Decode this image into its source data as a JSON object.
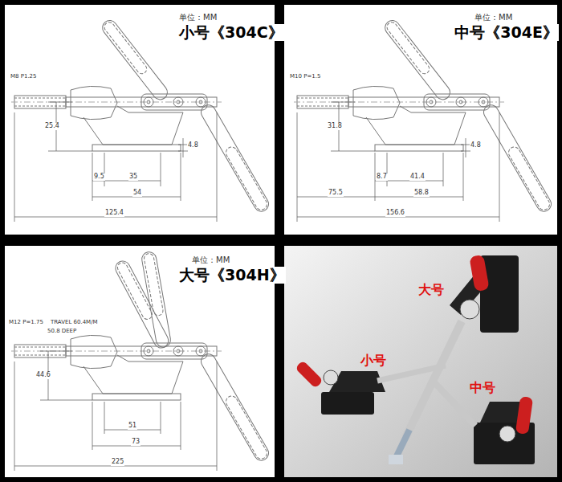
{
  "diagram": {
    "labels": [
      "单位：MM",
      "小号《304C》",
      "M8 P1.25",
      "25.4",
      "4.8",
      "9.5",
      "35",
      "54",
      "125.4",
      "单位：MM",
      "中号《304E》",
      "M10 P=1.5",
      "31.8",
      "8.7",
      "41.4",
      "4.8",
      "75.5",
      "58.8",
      "156.6",
      "单位：MM",
      "大号《304H》",
      "M12 P=1.75",
      "TRAVEL 60.4M/M",
      "50.8 DEEP",
      "44.6",
      "51",
      "73",
      "225",
      "大号",
      "小号",
      "中号"
    ]
  }
}
